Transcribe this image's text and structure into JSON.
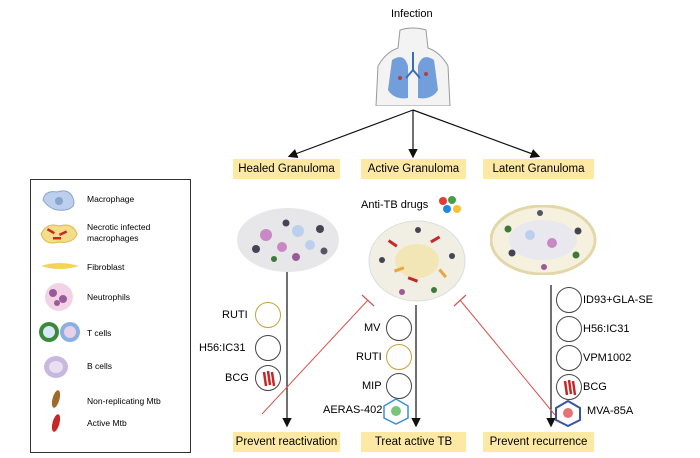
{
  "title": "Infection",
  "stages": {
    "healed": "Healed Granuloma",
    "active": "Active Granuloma",
    "latent": "Latent Granuloma"
  },
  "outcomes": {
    "healed": "Prevent reactivation",
    "active": "Treat active TB",
    "latent": "Prevent recurrence"
  },
  "drugs_label": "Anti-TB drugs",
  "vaccines": {
    "healed": [
      "RUTI",
      "H56:IC31",
      "BCG"
    ],
    "active": [
      "MV",
      "RUTI",
      "MIP",
      "AERAS-402"
    ],
    "latent": [
      "ID93+GLA-SE",
      "H56:IC31",
      "VPM1002",
      "BCG",
      "MVA-85A"
    ]
  },
  "legend": {
    "macrophage": "Macrophage",
    "necrotic_1": "Necrotic infected",
    "necrotic_2": "macrophages",
    "fibroblast": "Fibroblast",
    "neutrophils": "Neutrophils",
    "tcells": "T cells",
    "bcells": "B cells",
    "nonrep": "Non-replicating  Mtb",
    "active": "Active Mtb"
  },
  "colors": {
    "box_fill": "#fde9a4",
    "inhibit_line": "#d9534f",
    "lung": "#5b8fd6"
  }
}
